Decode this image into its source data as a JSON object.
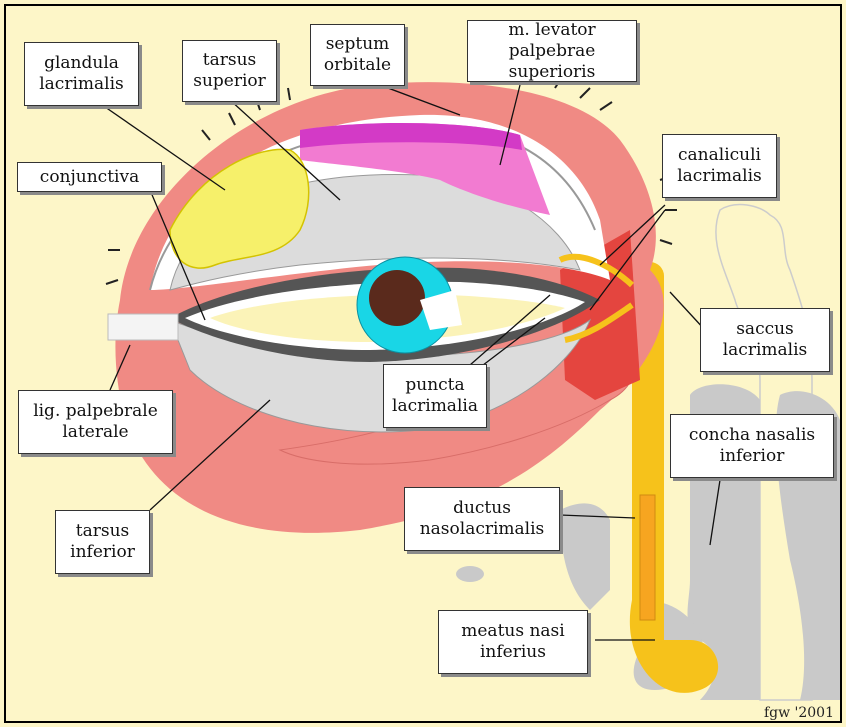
{
  "labels": {
    "glandula_lacrimalis": "glandula lacrimalis",
    "tarsus_superior": "tarsus superior",
    "septum_orbitale": "septum orbitale",
    "levator": "m. levator palpebrae superioris",
    "conjunctiva": "conjunctiva",
    "canaliculi_lacrimalis": "canaliculi lacrimalis",
    "saccus_lacrimalis": "saccus lacrimalis",
    "puncta_lacrimalia": "puncta lacrimalia",
    "lig_palpebrale_laterale": "lig. palpebrale laterale",
    "concha_nasalis_inferior": "concha nasalis inferior",
    "ductus_nasolacrimalis": "ductus nasolacrimalis",
    "tarsus_inferior": "tarsus inferior",
    "meatus_nasi_inferius": "meatus nasi inferius"
  },
  "signature": "fgw '2001",
  "colors": {
    "background": "#fdf6c8",
    "skin": "#f08a84",
    "tarsus": "#dcdcdc",
    "gland": "#f6f06a",
    "iris": "#19d6e6",
    "pupil": "#5a2a1c",
    "lacrimal_duct": "#f6c21b",
    "muscle_red": "#e4453f",
    "levator_pink": "#f27bd1",
    "nasal_gray": "#c9c9c9"
  }
}
